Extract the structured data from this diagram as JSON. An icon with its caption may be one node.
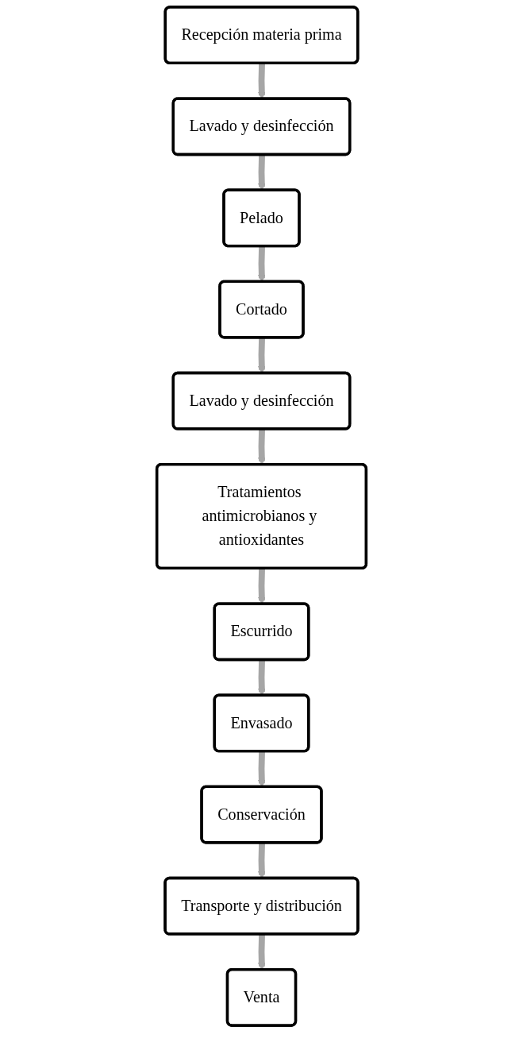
{
  "diagram": {
    "nodes": [
      {
        "text": [
          "Recepción materia prima"
        ]
      },
      {
        "text": [
          "Lavado y desinfección"
        ]
      },
      {
        "text": [
          "Pelado"
        ]
      },
      {
        "text": [
          "Cortado"
        ]
      },
      {
        "text": [
          "Lavado y desinfección"
        ]
      },
      {
        "text": [
          "Tratamientos antimicrobianos y antioxidantes"
        ]
      },
      {
        "text": [
          "Escurrido"
        ]
      },
      {
        "text": [
          "Envasado"
        ]
      },
      {
        "text": [
          "Conservación"
        ]
      },
      {
        "text": [
          "Transporte y distribución"
        ]
      },
      {
        "text": [
          "Venta"
        ]
      }
    ],
    "edges": [
      {
        "from": 0,
        "to": 1,
        "arrow": "to"
      },
      {
        "from": 1,
        "to": 2,
        "arrow": "to"
      },
      {
        "from": 2,
        "to": 3,
        "arrow": "to"
      },
      {
        "from": 3,
        "to": 4,
        "arrow": "to"
      },
      {
        "from": 4,
        "to": 5,
        "arrow": "to"
      },
      {
        "from": 5,
        "to": 6,
        "arrow": "to"
      },
      {
        "from": 6,
        "to": 7,
        "arrow": "to"
      },
      {
        "from": 7,
        "to": 8,
        "arrow": "to"
      },
      {
        "from": 8,
        "to": 9,
        "arrow": "to"
      },
      {
        "from": 9,
        "to": 10,
        "arrow": "to"
      }
    ]
  }
}
